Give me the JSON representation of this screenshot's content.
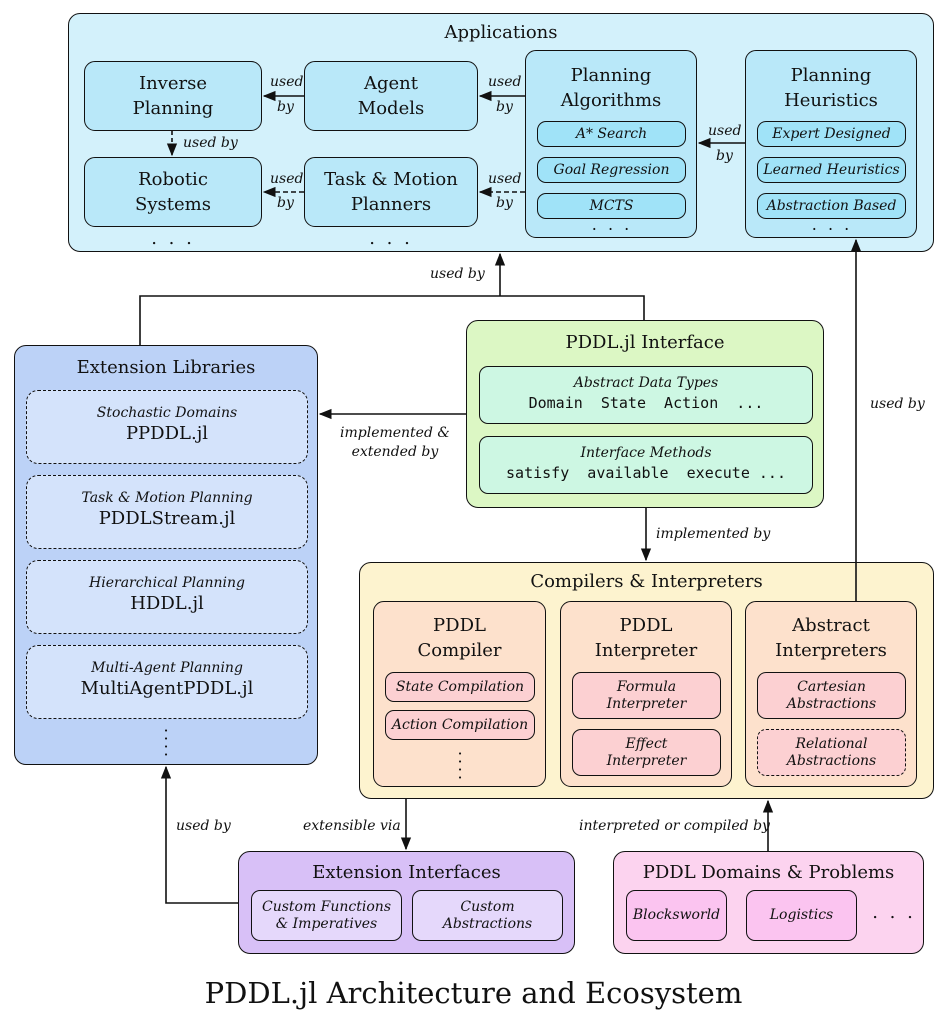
{
  "caption": "PDDL.jl Architecture and Ecosystem",
  "colors": {
    "applications_bg": "#d3f1fb",
    "applications_box": "#b9e8f9",
    "extension_libraries_bg": "#bcd2f7",
    "interface_bg": "#dcf7c4",
    "interface_inner": "#cdf7e3",
    "compilers_bg": "#fdf3cf",
    "compilers_inner": "#fde1cc",
    "interpreter_pill": "#fcd0d2",
    "extension_interfaces_bg": "#d8c0f7",
    "domains_bg": "#fcd3ef",
    "domain_pill": "#fbc4f0"
  },
  "applications": {
    "title": "Applications",
    "inverse_planning": "Inverse\nPlanning",
    "agent_models": "Agent\nModels",
    "robotic_systems": "Robotic\nSystems",
    "task_motion_planners": "Task & Motion\nPlanners",
    "planning_algorithms": {
      "title": "Planning\nAlgorithms",
      "items": [
        "A* Search",
        "Goal Regression",
        "MCTS"
      ]
    },
    "planning_heuristics": {
      "title": "Planning\nHeuristics",
      "items": [
        "Expert Designed",
        "Learned Heuristics",
        "Abstraction Based"
      ]
    },
    "ellipsis": ". . ."
  },
  "extension_libraries": {
    "title": "Extension Libraries",
    "items": [
      {
        "sub": "Stochastic Domains",
        "name": "PPDDL.jl"
      },
      {
        "sub": "Task & Motion Planning",
        "name": "PDDLStream.jl"
      },
      {
        "sub": "Hierarchical Planning",
        "name": "HDDL.jl"
      },
      {
        "sub": "Multi-Agent Planning",
        "name": "MultiAgentPDDL.jl"
      }
    ]
  },
  "interface": {
    "title": "PDDL.jl Interface",
    "types_label": "Abstract Data Types",
    "types": "Domain  State  Action  ...",
    "methods_label": "Interface Methods",
    "methods": "satisfy  available  execute ..."
  },
  "compilers": {
    "title": "Compilers & Interpreters",
    "compiler": {
      "title": "PDDL\nCompiler",
      "items": [
        "State Compilation",
        "Action Compilation"
      ]
    },
    "interpreter": {
      "title": "PDDL\nInterpreter",
      "items": [
        "Formula\nInterpreter",
        "Effect\nInterpreter"
      ]
    },
    "abstract": {
      "title": "Abstract\nInterpreters",
      "items": [
        "Cartesian\nAbstractions",
        "Relational\nAbstractions"
      ]
    }
  },
  "extension_interfaces": {
    "title": "Extension Interfaces",
    "items": [
      "Custom Functions\n& Imperatives",
      "Custom\nAbstractions"
    ]
  },
  "domains": {
    "title": "PDDL Domains & Problems",
    "items": [
      "Blocksworld",
      "Logistics"
    ],
    "ellipsis": ". . ."
  },
  "edge_labels": {
    "used": "used",
    "by": "by",
    "used_by": "used by",
    "implemented_extended": "implemented &\nextended by",
    "implemented_by": "implemented by",
    "extensible_via": "extensible via",
    "interpreted_compiled": "interpreted or compiled by"
  }
}
